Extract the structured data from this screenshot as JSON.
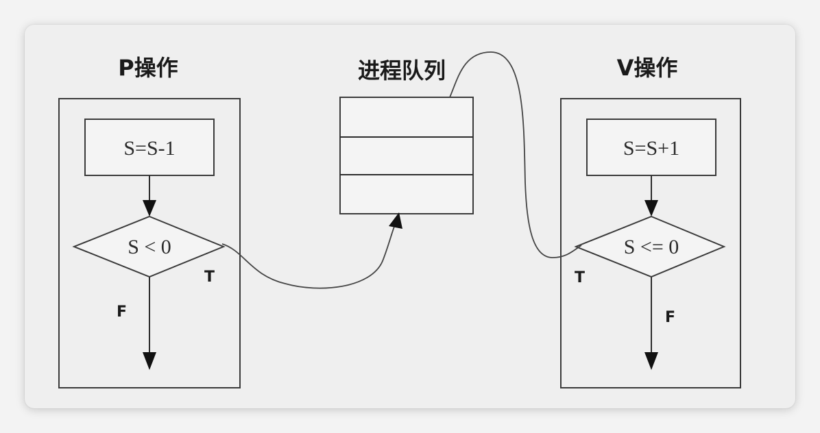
{
  "p_operation": {
    "title": "P操作",
    "action": "S=S-1",
    "condition": "S < 0",
    "true_label": "T",
    "false_label": "F"
  },
  "process_queue": {
    "title": "进程队列",
    "slots": 3
  },
  "v_operation": {
    "title": "V操作",
    "action": "S=S+1",
    "condition": "S <= 0",
    "true_label": "T",
    "false_label": "F"
  }
}
